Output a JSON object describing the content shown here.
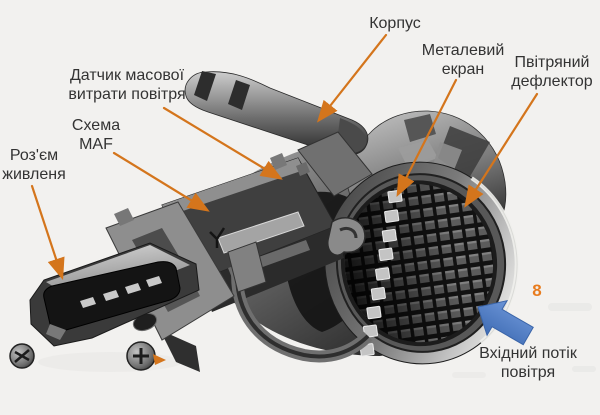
{
  "figure": {
    "kind": "annotated-photo-diagram",
    "subject": "mass-air-flow-sensor",
    "background_color": "#f2f1ef",
    "colors": {
      "leader_line": "#d4751c",
      "flow_number": "#e87c1e",
      "flow_arrow_blue": "#4d7ec5",
      "label_text": "#333333"
    },
    "flow_number": "8",
    "callouts": [
      {
        "id": "housing",
        "lines": [
          "Корпус"
        ]
      },
      {
        "id": "metal-screen",
        "lines": [
          "Металевий",
          "екран"
        ]
      },
      {
        "id": "air-deflector",
        "lines": [
          "Пвітряний",
          "дефлектор"
        ]
      },
      {
        "id": "maf-sensor",
        "lines": [
          "Датчик масової",
          "витрати повітря"
        ]
      },
      {
        "id": "maf-circuit",
        "lines": [
          "Схема",
          "MAF"
        ]
      },
      {
        "id": "power-connector",
        "lines": [
          "Роз'єм",
          "живленя"
        ]
      },
      {
        "id": "inlet-flow",
        "lines": [
          "Вхідний потік",
          "повітря"
        ]
      }
    ],
    "icons": {
      "flow_arrow": "block-arrow-pointing-upper-left"
    }
  }
}
